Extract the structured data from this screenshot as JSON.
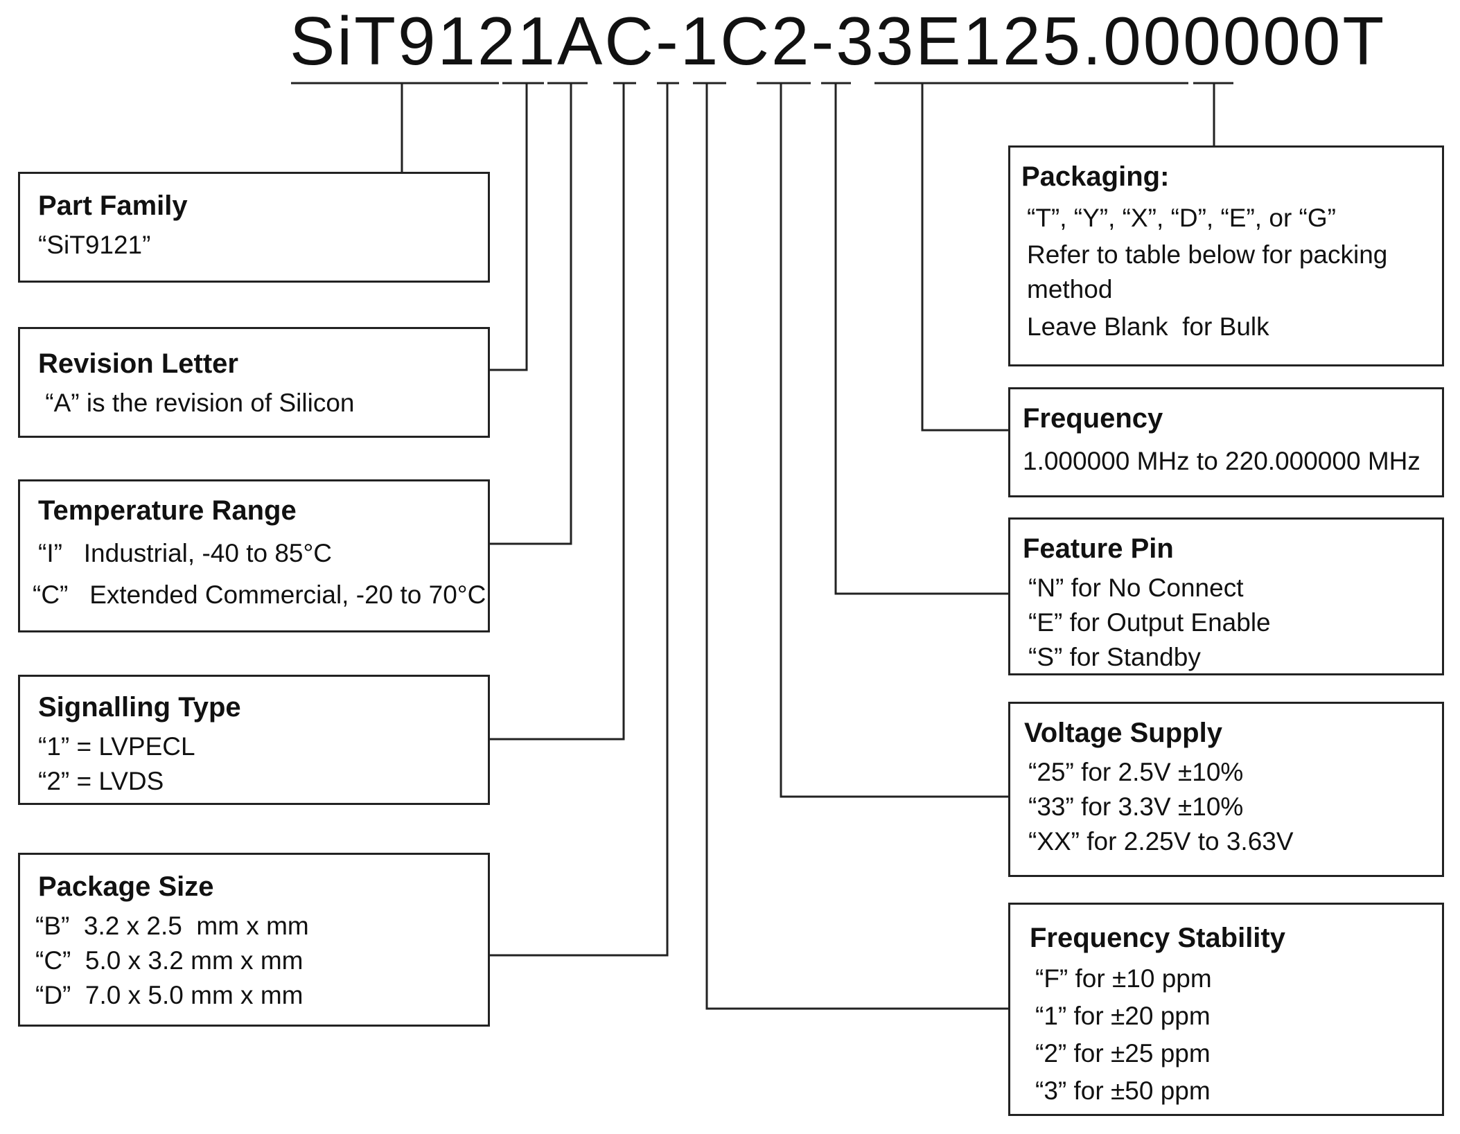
{
  "part_number": "SiT9121AC-1C2-33E125.000000T",
  "boxes": {
    "part_family": {
      "title": "Part Family",
      "lines": [
        "“SiT9121”"
      ]
    },
    "revision_letter": {
      "title": "Revision Letter",
      "lines": [
        " “A” is the revision of Silicon"
      ]
    },
    "temperature_range": {
      "title": "Temperature Range",
      "lines": [
        "“I”   Industrial, -40 to 85°C",
        "“C”   Extended Commercial, -20 to 70°C"
      ]
    },
    "signalling_type": {
      "title": "Signalling Type",
      "lines": [
        "“1” = LVPECL",
        "“2” = LVDS"
      ]
    },
    "package_size": {
      "title": "Package Size",
      "lines": [
        "“B”  3.2 x 2.5  mm x mm",
        "“C”  5.0 x 3.2 mm x mm",
        "“D”  7.0 x 5.0 mm x mm"
      ]
    },
    "packaging": {
      "title": "Packaging:",
      "lines": [
        "“T”, “Y”, “X”, “D”, “E”, or “G”",
        "Refer to table below for packing",
        "method",
        "Leave Blank  for Bulk"
      ]
    },
    "frequency": {
      "title": "Frequency",
      "lines": [
        "1.000000 MHz to 220.000000 MHz"
      ]
    },
    "feature_pin": {
      "title": "Feature Pin",
      "lines": [
        "“N” for No Connect",
        "“E” for Output Enable",
        "“S” for Standby"
      ]
    },
    "voltage_supply": {
      "title": "Voltage Supply",
      "lines": [
        "“25” for 2.5V ±10%",
        "“33” for 3.3V ±10%",
        "“XX” for 2.25V to 3.63V"
      ]
    },
    "frequency_stability": {
      "title": "Frequency Stability",
      "lines": [
        "“F” for ±10 ppm",
        "“1” for ±20 ppm",
        "“2” for ±25 ppm",
        "“3” for ±50 ppm"
      ]
    }
  }
}
